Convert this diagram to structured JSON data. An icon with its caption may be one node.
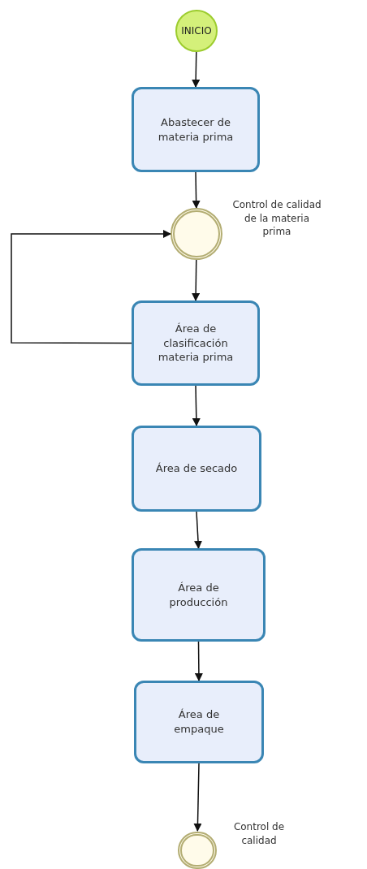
{
  "diagram": {
    "nodes": [
      {
        "text": [
          "INICIO"
        ]
      },
      {
        "text": [
          "Abastecer de materia prima"
        ]
      },
      {
        "text": [],
        "shape": "circle",
        "beside": [
          "Control de calidad de la materia prima"
        ]
      },
      {
        "text": [
          "Área de clasificación materia prima"
        ]
      },
      {
        "text": [
          "Área de secado"
        ]
      },
      {
        "text": [
          "Área de producción"
        ]
      },
      {
        "text": [
          "Área de empaque"
        ]
      },
      {
        "text": [],
        "shape": "circle",
        "beside": [
          "Control de calidad"
        ]
      }
    ],
    "edges": [
      {
        "from": 0,
        "to": 1,
        "arrow": "to"
      },
      {
        "from": 1,
        "to": 2,
        "arrow": "to"
      },
      {
        "from": 2,
        "to": 3,
        "arrow": "to"
      },
      {
        "from": 3,
        "to": 2,
        "arrow": "to"
      },
      {
        "from": 3,
        "to": 4,
        "arrow": "to"
      },
      {
        "from": 4,
        "to": 5,
        "arrow": "to"
      },
      {
        "from": 5,
        "to": 6,
        "arrow": "to"
      },
      {
        "from": 6,
        "to": 7,
        "arrow": "to"
      }
    ]
  }
}
